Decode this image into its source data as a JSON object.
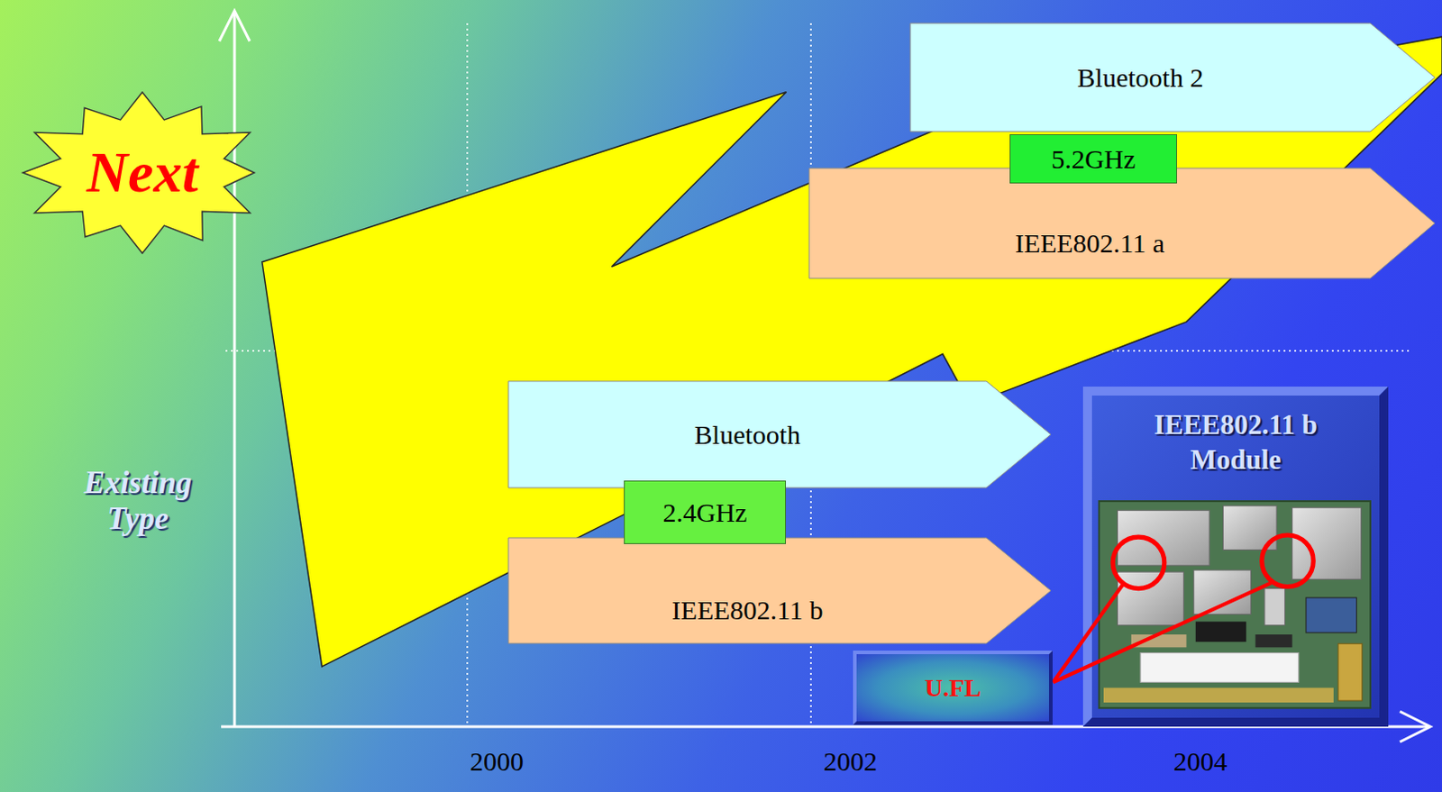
{
  "diagram": {
    "nodes": [
      {
        "text": [
          "Next"
        ]
      },
      {
        "text": [
          "Bluetooth 2"
        ]
      },
      {
        "text": [
          "5.2GHz"
        ]
      },
      {
        "text": [
          "IEEE802.11 a"
        ]
      },
      {
        "text": [
          "Bluetooth"
        ]
      },
      {
        "text": [
          "2.4GHz"
        ]
      },
      {
        "text": [
          "IEEE802.11 b"
        ]
      },
      {
        "text": [
          "U.FL"
        ]
      },
      {
        "text": [
          "IEEE802.11 b Module"
        ]
      }
    ],
    "labels": [
      "Existing Type",
      "2000",
      "2002",
      "2004"
    ]
  }
}
